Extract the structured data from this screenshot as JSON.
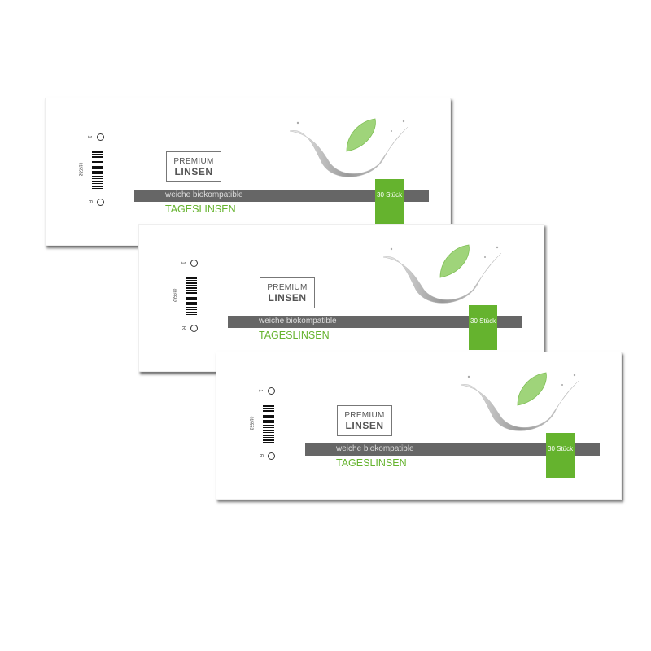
{
  "packs": [
    {
      "brand_top": "PREMIUM",
      "brand_bottom": "LINSEN",
      "subtitle": "weiche biokompatible",
      "product": "TAGESLINSEN",
      "count": "30 Stück",
      "code": "015552",
      "mark_top": "1",
      "mark_bottom": "R"
    },
    {
      "brand_top": "PREMIUM",
      "brand_bottom": "LINSEN",
      "subtitle": "weiche biokompatible",
      "product": "TAGESLINSEN",
      "count": "30 Stück",
      "code": "015552",
      "mark_top": "1",
      "mark_bottom": "R"
    },
    {
      "brand_top": "PREMIUM",
      "brand_bottom": "LINSEN",
      "subtitle": "weiche biokompatible",
      "product": "TAGESLINSEN",
      "count": "30 Stück",
      "code": "015552",
      "mark_top": "1",
      "mark_bottom": "R"
    }
  ],
  "colors": {
    "accent": "#65b32e",
    "bar": "#666666"
  }
}
